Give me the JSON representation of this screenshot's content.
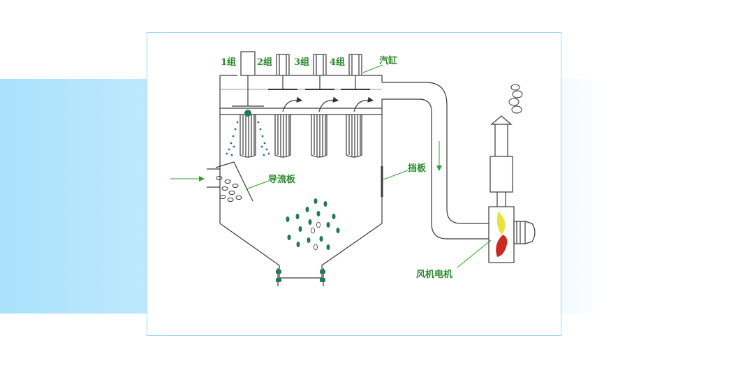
{
  "diagram": {
    "group_labels": [
      "1组",
      "2组",
      "3组",
      "4组"
    ],
    "cylinder_label": "汽缸",
    "baffle_label": "挡板",
    "deflector_label": "导流板",
    "fan_motor_label": "风机电机",
    "colors": {
      "line": "#3a3a3a",
      "label": "#2d8a2d",
      "arrow": "#2da02d",
      "particle": "#1f7a55",
      "flame_yellow": "#e8e23a",
      "flame_red": "#cc2a20",
      "frame_border": "#9fd6f2",
      "backdrop": "#b3e5fc"
    }
  }
}
